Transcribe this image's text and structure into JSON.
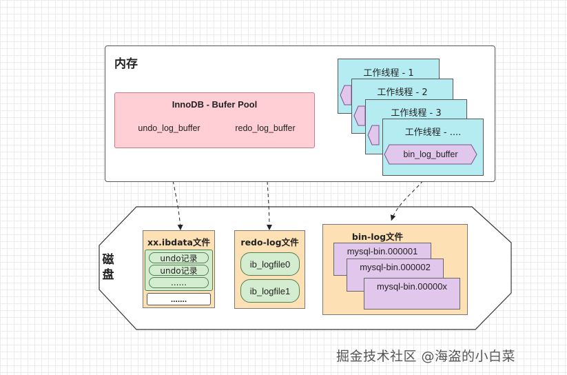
{
  "memory": {
    "title": "内存",
    "buffer_pool": {
      "title": "InnoDB - Bufer Pool",
      "undo_buffer": "undo_log_buffer",
      "redo_buffer": "redo_log_buffer"
    },
    "worker_threads": [
      "工作线程 - 1",
      "工作线程 - 2",
      "工作线程 - 3",
      "工作线程 - ...."
    ],
    "bin_log_buffer": "bin_log_buffer"
  },
  "disk": {
    "title_line1": "磁",
    "title_line2": "盘",
    "ibdata": {
      "title": "xx.ibdata文件",
      "records": [
        "undo记录",
        "undo记录",
        "......"
      ],
      "more": "......."
    },
    "redo_log": {
      "title": "redo-log文件",
      "files": [
        "ib_logfile0",
        "ib_logfile1"
      ]
    },
    "bin_log": {
      "title": "bin-log文件",
      "files": [
        "mysql-bin.000001",
        "mysql-bin.000002",
        "mysql-bin.00000x"
      ]
    }
  },
  "watermark": "掘金技术社区 @海盗的小白菜",
  "colors": {
    "buffer_pool_fill": "#ffcfd5",
    "hex_green": "#d5ecd2",
    "thread_card": "#b4ecf1",
    "bin_buffer_purple": "#e2c7ec",
    "file_orange": "#fde0b4"
  }
}
